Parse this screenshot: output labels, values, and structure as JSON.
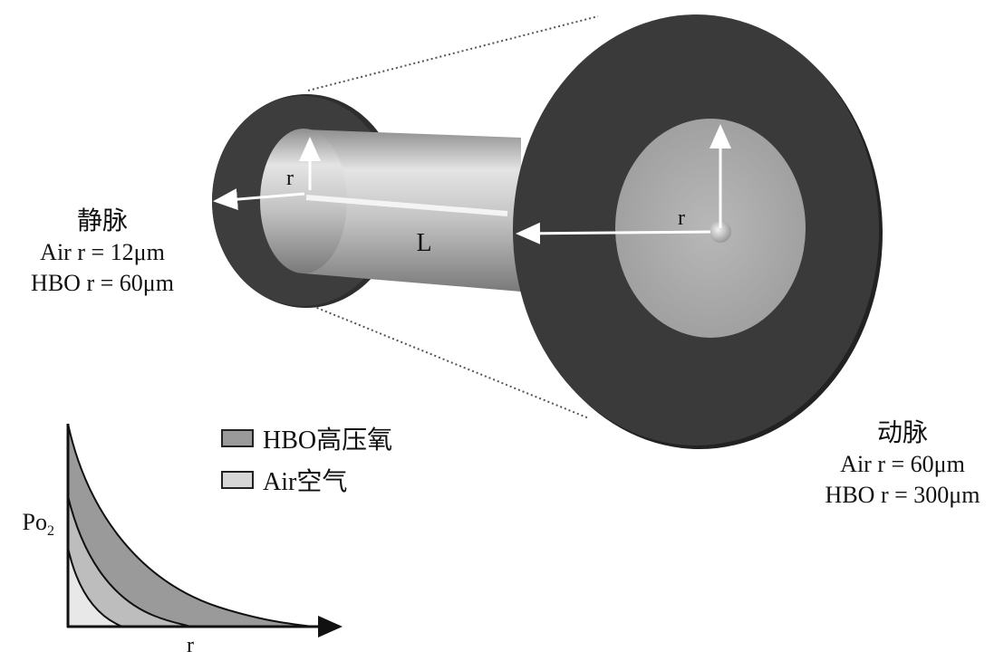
{
  "vein": {
    "title": "静脉",
    "air": "Air r = 12μm",
    "hbo": "HBO r = 60μm"
  },
  "artery": {
    "title": "动脉",
    "air": "Air r = 60μm",
    "hbo": "HBO r = 300μm"
  },
  "cylinder": {
    "radius_label_left": "r",
    "radius_label_right": "r",
    "length_label": "L"
  },
  "legend": {
    "hbo": {
      "label": "HBO高压氧",
      "color": "#9a9a9a"
    },
    "air": {
      "label": "Air空气",
      "color": "#d6d6d6"
    }
  },
  "graph": {
    "ylabel": "Po",
    "ylabel_sub": "2",
    "xlabel": "r"
  },
  "colors": {
    "disc": "#3a3a3a",
    "cylinder": "#bdbdbd",
    "inner_disc": "#a8a8a8"
  }
}
